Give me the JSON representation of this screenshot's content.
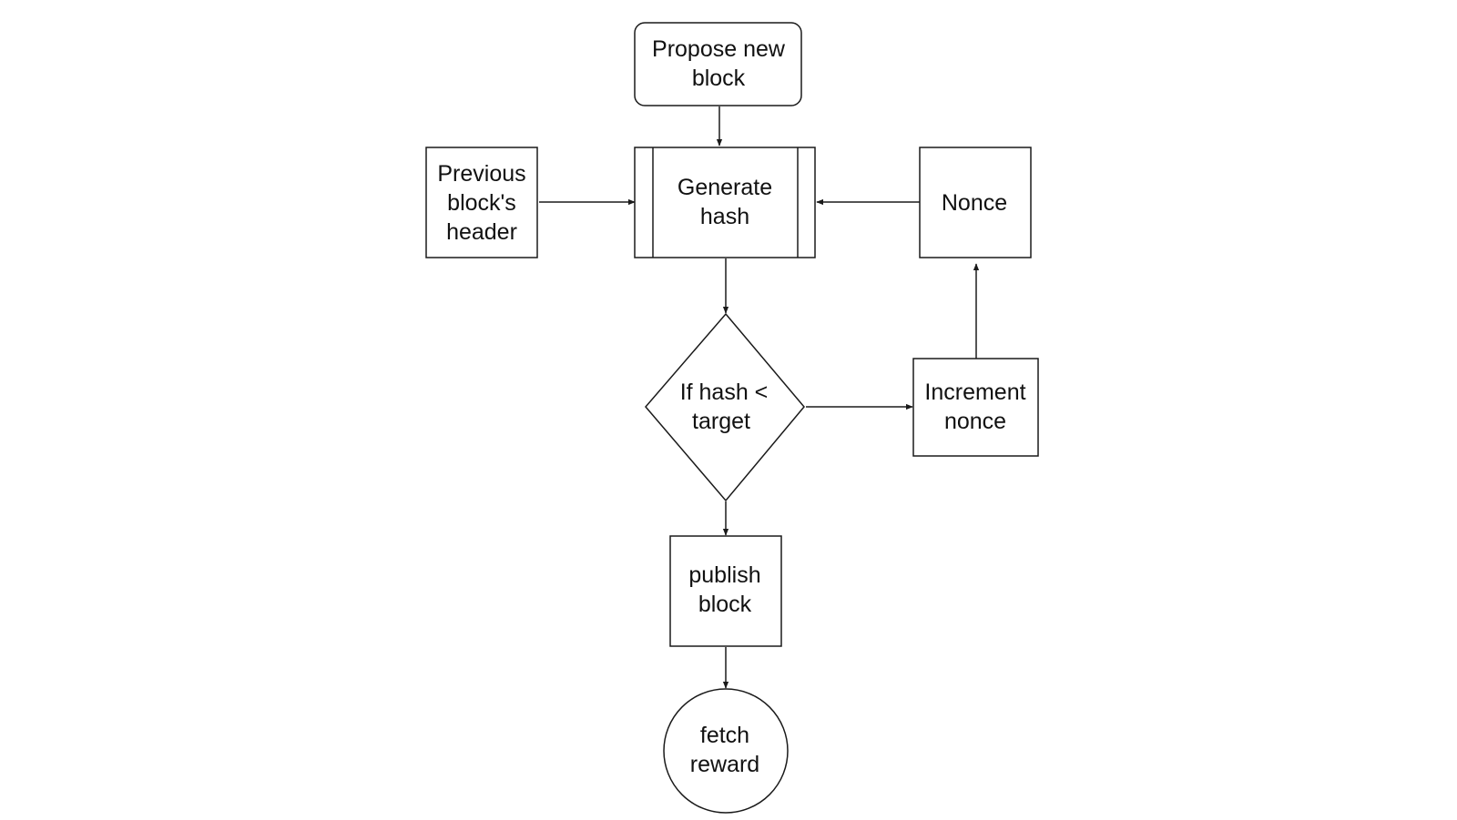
{
  "nodes": {
    "propose": {
      "line1": "Propose new",
      "line2": "block"
    },
    "previous": {
      "line1": "Previous",
      "line2": "block's",
      "line3": "header"
    },
    "generate": {
      "line1": "Generate",
      "line2": "hash"
    },
    "nonce": {
      "line1": "Nonce"
    },
    "decision": {
      "line1": "If hash <",
      "line2": "target"
    },
    "increment": {
      "line1": "Increment",
      "line2": "nonce"
    },
    "publish": {
      "line1": "publish",
      "line2": "block"
    },
    "reward": {
      "line1": "fetch",
      "line2": "reward"
    }
  },
  "colors": {
    "stroke": "#1a1a1a",
    "fill": "#ffffff",
    "text": "#111111"
  }
}
